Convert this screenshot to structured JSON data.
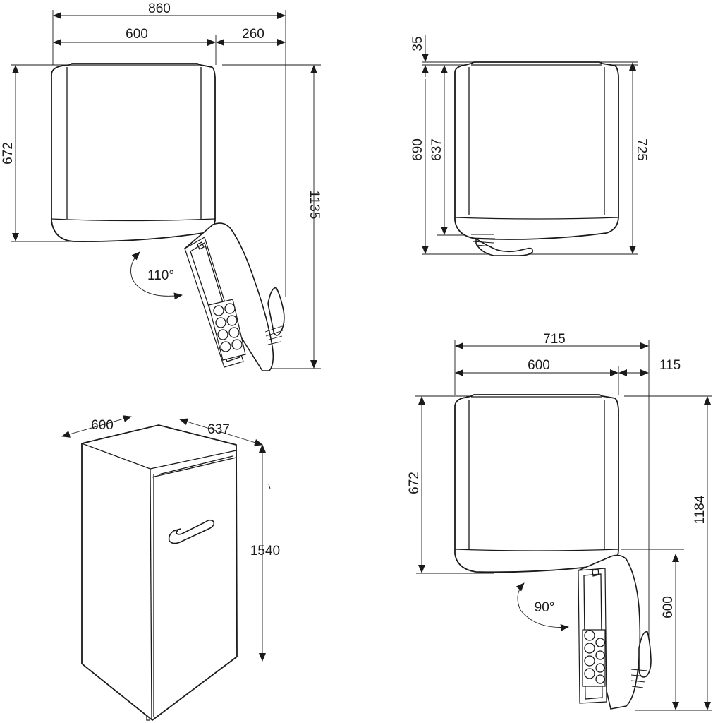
{
  "views": {
    "top_view_110": {
      "total_width": "860",
      "body_width": "600",
      "door_extension": "260",
      "depth": "672",
      "overall_depth_open": "1135",
      "door_angle": "110°"
    },
    "side_view": {
      "top_offset": "35",
      "depth_with_handle": "690",
      "cabinet_depth": "637",
      "overall_depth": "725"
    },
    "perspective_view": {
      "width": "600",
      "depth": "637",
      "height": "1540"
    },
    "top_view_90": {
      "total_width": "715",
      "body_width": "600",
      "door_extension": "115",
      "depth": "672",
      "door_width": "600",
      "overall_depth_open": "1184",
      "door_angle": "90°"
    }
  },
  "colors": {
    "line": "#1a1a1a",
    "background": "#ffffff"
  }
}
